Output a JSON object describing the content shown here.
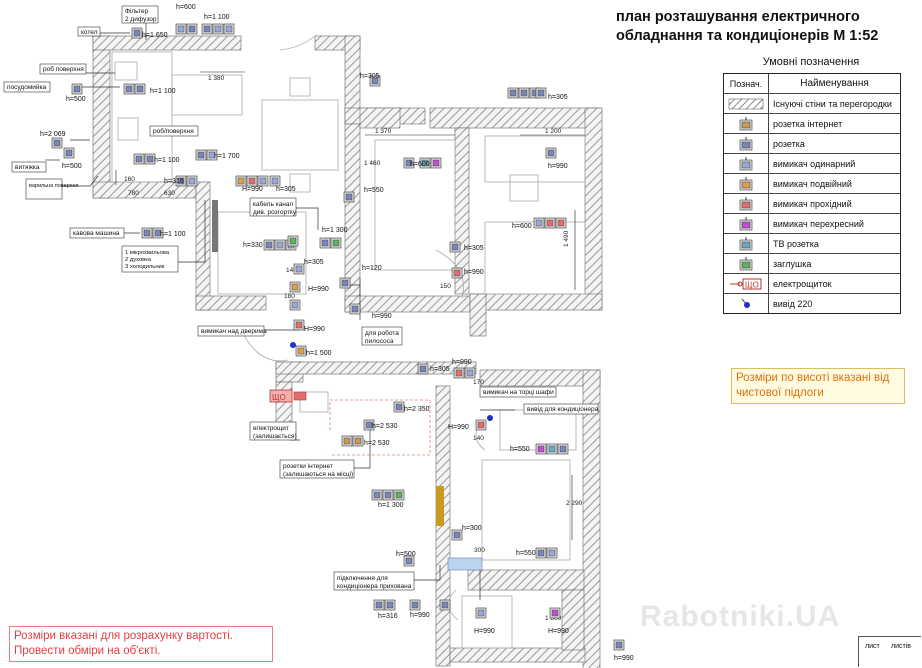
{
  "title_line1": "план розташування електричного",
  "title_line2": "обладнання та кондиціонерів М 1:52",
  "legend": {
    "heading": "Умовні позначення",
    "col_symbol": "Познач.",
    "col_name": "Найменування",
    "items": [
      {
        "symbol": "wall",
        "label": "Існуючі стіни та перегородки"
      },
      {
        "symbol": "socket-internet",
        "label": "розетка інтернет",
        "color": "#c89a5a"
      },
      {
        "symbol": "socket",
        "label": "розетка",
        "color": "#7a86b8"
      },
      {
        "symbol": "switch-single",
        "label": "вимикач одинарний",
        "color": "#9aa6d8"
      },
      {
        "symbol": "switch-double",
        "label": "вимикач подвійний",
        "color": "#d8a050"
      },
      {
        "symbol": "switch-pass",
        "label": "вимикач прохідний",
        "color": "#e07070"
      },
      {
        "symbol": "switch-cross",
        "label": "вимикач перехресний",
        "color": "#c050d0"
      },
      {
        "symbol": "tv-socket",
        "label": "ТВ розетка",
        "color": "#6aa8c0"
      },
      {
        "symbol": "plug",
        "label": "заглушка",
        "color": "#60b060"
      },
      {
        "symbol": "panel",
        "label": "електрощиток",
        "panel_text": "ЩО"
      },
      {
        "symbol": "outlet220",
        "label": "вивід 220",
        "color": "#2030c0"
      }
    ]
  },
  "note_heights": "Розміри по висоті вказані від чистової підлоги",
  "note_measure": "Розміри вказані для розрахунку вартості. Провести обміри на об'єкті.",
  "watermark": "Rabotniki.UA",
  "stamp": {
    "sheet": "лист",
    "sheets": "листів"
  },
  "labels": {
    "filter": "Фільтер",
    "diffuser": "2 дифузор",
    "boiler": "котел",
    "work_surface": "роб поверхня",
    "dishwasher": "посудомийка",
    "work_surface2": "роб/поверхня",
    "hood": "витяжка",
    "cooking_surface": "варильна поверхня",
    "coffee_machine": "кавова машина",
    "microwave": "1 мікрохвильова",
    "oven": "2 духовка",
    "fridge": "3 холодильник",
    "cable_channel": "кабель канал",
    "cable_channel2": "див. розгортку",
    "robot_cleaner": "для робота",
    "robot_cleaner2": "пилососа",
    "switch_above_door": "вимикач над дверима",
    "panel_shield": "електрощит",
    "panel_shield2": "(залишається)",
    "internet_sockets": "розетки інтернет",
    "internet_sockets2": "(залишаються на місці)",
    "switch_wardrobe": "вимикач на торці шафи",
    "ac_outlet": "вивід для кондиціонера",
    "ac_connect": "підключення для",
    "ac_connect2": "кондиціонера прихована",
    "panel_code": "ЩО"
  },
  "heights": {
    "h600a": "h=600",
    "h1100a": "h=1 100",
    "h1650": "h=1 650",
    "h1100b": "h=1 100",
    "h500a": "h=500",
    "h2069": "h=2 069",
    "h500b": "h=500",
    "h1100c": "h=1 100",
    "h1700": "h=1 700",
    "h316a": "h=316",
    "h990a": "H=990",
    "h305a": "h=305",
    "h1100d": "h=1 100",
    "h330": "h=330",
    "h1300a": "h=1 300",
    "h305b": "h=305",
    "h990b": "H=990",
    "h990c": "H=990",
    "h1500": "h=1 500",
    "h305c": "h=305",
    "h550a": "h=550",
    "h120": "h=120",
    "h990d": "h=990",
    "h600b": "h=600",
    "h305d": "h=305",
    "h990e": "h=990",
    "h600c": "h=600",
    "h990f": "h=990",
    "h305e": "h=305",
    "h305f": "h=305",
    "h990g": "h=990",
    "h2350": "h=2 350",
    "h2530a": "h=2 530",
    "h2530b": "h=2 530",
    "h990h": "H=990",
    "h550b": "h=550",
    "h1300b": "h=1 300",
    "h300": "h=300",
    "h550c": "h=550",
    "h500c": "h=500",
    "h316b": "h=316",
    "h990i": "h=990",
    "h990j": "H=990",
    "h990k": "H=990",
    "h990l": "h=990"
  },
  "dims": {
    "d1380": "1 380",
    "d1370": "1 370",
    "d1200": "1 200",
    "d1490": "1 490",
    "d780": "780",
    "d630": "630",
    "d160": "160",
    "d1460": "1 460",
    "d2290": "2 290",
    "d150": "150",
    "d170": "170",
    "d140": "140",
    "d180": "180",
    "d140b": "140",
    "d300": "300",
    "d1800": "1 800"
  }
}
